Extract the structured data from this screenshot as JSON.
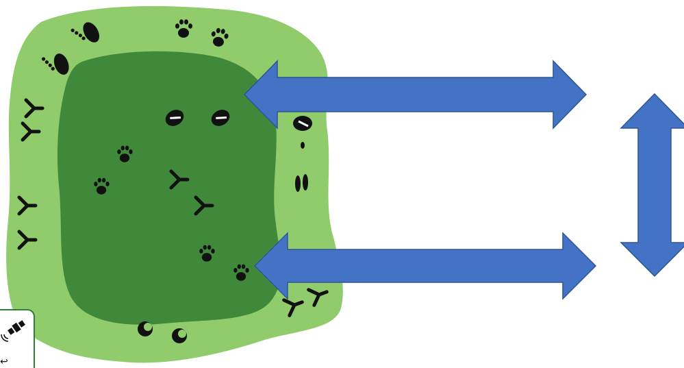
{
  "colors": {
    "outer_zone": "#90cc6c",
    "inner_zone": "#40883a",
    "track": "#111111",
    "arrow_fill": "#4472c4",
    "arrow_stroke": "#2f5597",
    "badge_border": "#2e7d32",
    "background": "#ffffff"
  },
  "diagram": {
    "outer_zone": {
      "name": "outer-habitat-zone"
    },
    "inner_zone": {
      "name": "inner-habitat-zone"
    },
    "tracks": [
      {
        "kind": "bear-paw",
        "zone": "outer"
      },
      {
        "kind": "bear-paw",
        "zone": "outer"
      },
      {
        "kind": "cat-paw",
        "zone": "outer"
      },
      {
        "kind": "cat-paw",
        "zone": "outer"
      },
      {
        "kind": "bird-foot",
        "zone": "outer"
      },
      {
        "kind": "bird-foot",
        "zone": "outer"
      },
      {
        "kind": "bird-foot",
        "zone": "outer"
      },
      {
        "kind": "bird-foot",
        "zone": "outer"
      },
      {
        "kind": "hoof",
        "zone": "inner"
      },
      {
        "kind": "hoof",
        "zone": "inner"
      },
      {
        "kind": "cat-paw",
        "zone": "inner"
      },
      {
        "kind": "cat-paw",
        "zone": "inner"
      },
      {
        "kind": "bird-foot",
        "zone": "inner"
      },
      {
        "kind": "bird-foot",
        "zone": "inner"
      },
      {
        "kind": "cat-paw",
        "zone": "inner"
      },
      {
        "kind": "cat-paw",
        "zone": "inner"
      },
      {
        "kind": "hoof",
        "zone": "outer"
      },
      {
        "kind": "dot",
        "zone": "outer"
      },
      {
        "kind": "hoof-pair",
        "zone": "outer"
      },
      {
        "kind": "bird-foot",
        "zone": "outer"
      },
      {
        "kind": "bird-foot",
        "zone": "outer"
      },
      {
        "kind": "crescent",
        "zone": "outer"
      },
      {
        "kind": "crescent",
        "zone": "outer"
      }
    ],
    "arrows": [
      {
        "orientation": "horizontal",
        "direction": "double"
      },
      {
        "orientation": "horizontal",
        "direction": "double"
      },
      {
        "orientation": "vertical",
        "direction": "double"
      }
    ],
    "badge": {
      "icon": "satellite-icon"
    }
  }
}
